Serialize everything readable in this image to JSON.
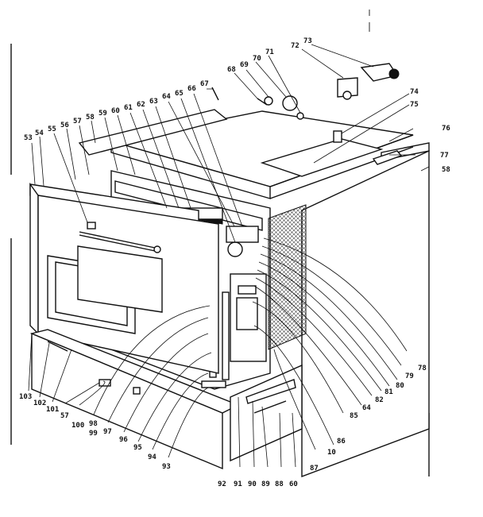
{
  "labels": {
    "l53": "53",
    "l54": "54",
    "l55": "55",
    "l56": "56",
    "l57a": "57",
    "l58a": "58",
    "l59": "59",
    "l60a": "60",
    "l61a": "61",
    "l62a": "62",
    "l63": "63",
    "l64a": "64",
    "l65a": "65",
    "l66": "66",
    "l67": "67",
    "l68": "68",
    "l69": "69",
    "l70": "70",
    "l71": "71",
    "l72": "72",
    "l73": "73",
    "l74": "74",
    "l75": "75",
    "l76": "76",
    "l77": "77",
    "l58b": "58",
    "l78": "78",
    "l79": "79",
    "l80a": "80",
    "l81": "81",
    "l82r": "82",
    "l64b": "64",
    "l85": "85",
    "l86": "86",
    "l10": "10",
    "l87": "87",
    "l60b": "60",
    "l88": "88",
    "l89": "89",
    "l90": "90",
    "l91": "91",
    "l92": "92",
    "l93": "93",
    "l94": "94",
    "l95": "95",
    "l96": "96",
    "l97": "97",
    "l98": "98",
    "l99": "99",
    "l100": "100",
    "l57b": "57",
    "l101": "101",
    "l102": "102",
    "l103": "103"
  }
}
